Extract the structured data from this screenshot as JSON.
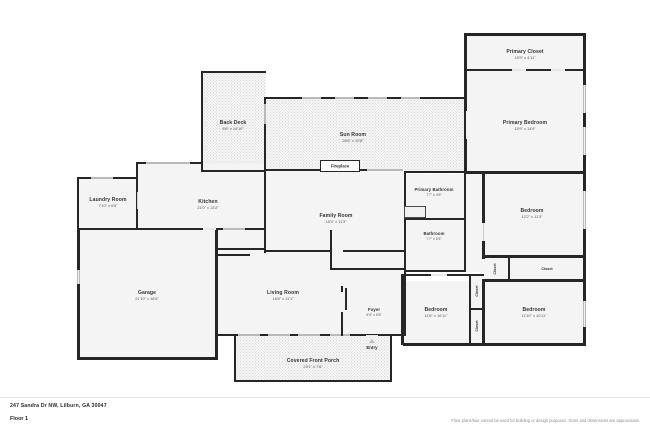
{
  "footer": {
    "address": "247 Sandra Dr NW, Lilburn, GA 30047",
    "floor": "Floor 1",
    "disclaimer": "Floor plans/tour cannot be used for building or design purposes. Sizes and dimensions are approximate."
  },
  "entry": {
    "label": "Entry",
    "icon": "entry-arrow-icon"
  },
  "fireplace": {
    "label": "Fireplace"
  },
  "closets": [
    {
      "label": "Closet"
    },
    {
      "label": "Closet"
    },
    {
      "label": "Closet"
    },
    {
      "label": "Closet"
    }
  ],
  "rooms": [
    {
      "key": "primary_closet",
      "name": "Primary Closet",
      "dim": "15'9\" x 4'11\""
    },
    {
      "key": "primary_bedroom",
      "name": "Primary Bedroom",
      "dim": "15'9\" x 14'9\""
    },
    {
      "key": "bedroom_right",
      "name": "Bedroom",
      "dim": "12'2\" x 11'3\""
    },
    {
      "key": "bedroom_bottom_right",
      "name": "Bedroom",
      "dim": "11'10\" x 10'11\""
    },
    {
      "key": "bedroom_bottom_mid",
      "name": "Bedroom",
      "dim": "11'6\" x 10'11\""
    },
    {
      "key": "primary_bathroom",
      "name": "Primary Bathroom",
      "dim": "7'7\" x 4'5\""
    },
    {
      "key": "bathroom",
      "name": "Bathroom",
      "dim": "7'7\" x 6'5\""
    },
    {
      "key": "sun_room",
      "name": "Sun Room",
      "dim": "28'6\" x 10'8\""
    },
    {
      "key": "back_deck",
      "name": "Back Deck",
      "dim": "8'6\" x 14'10\""
    },
    {
      "key": "kitchen",
      "name": "Kitchen",
      "dim": "21'0\" x 13'2\""
    },
    {
      "key": "laundry_room",
      "name": "Laundry Room",
      "dim": "7'10\" x 6'8\""
    },
    {
      "key": "family_room",
      "name": "Family Room",
      "dim": "18'9\" x 11'3\""
    },
    {
      "key": "garage",
      "name": "Garage",
      "dim": "21'10\" x 18'6\""
    },
    {
      "key": "living_room",
      "name": "Living Room",
      "dim": "18'8\" x 11'1\""
    },
    {
      "key": "foyer",
      "name": "Foyer",
      "dim": "5'4\" x 5'5\""
    },
    {
      "key": "covered_front_porch",
      "name": "Covered Front Porch",
      "dim": "23'1\" x 7'8\""
    }
  ],
  "colors": {
    "wall": "#262626",
    "room_fill": "#f4f4f4",
    "deck_fill": "#f6f6f6",
    "text": "#343434",
    "muted": "#8d8d8d"
  }
}
